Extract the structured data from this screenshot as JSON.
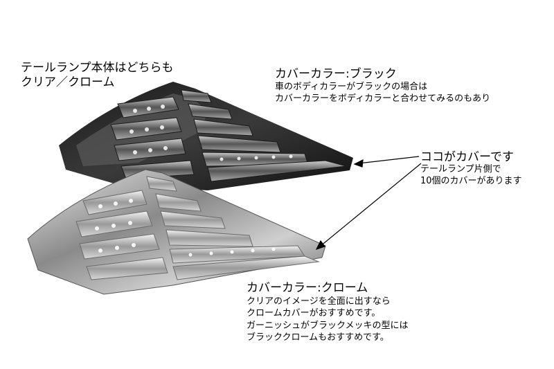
{
  "main_caption": {
    "line1": "テールランプ本体はどちらも",
    "line2": "クリア／クローム"
  },
  "black_cover": {
    "heading": "カバーカラー:ブラック",
    "line1": "車のボディカラーがブラックの場合は",
    "line2": "カバーカラーをボディカラーと合わせてみるのもあり"
  },
  "cover_note": {
    "heading": "ココがカバーです",
    "line1": "テールランプ片側で",
    "line2": "10個のカバーがあります"
  },
  "chrome_cover": {
    "heading": "カバーカラー:クローム",
    "line1": "クリアのイメージを全面に出すなら",
    "line2": "クロームカバーがおすすめです。",
    "line3": "ガーニッシュがブラックメッキの型には",
    "line4": "ブラッククロームもおすすめです。"
  },
  "colors": {
    "black_lamp_body": "#2a2a2a",
    "chrome_lamp_body": "#a8a8a8",
    "text": "#000000"
  }
}
